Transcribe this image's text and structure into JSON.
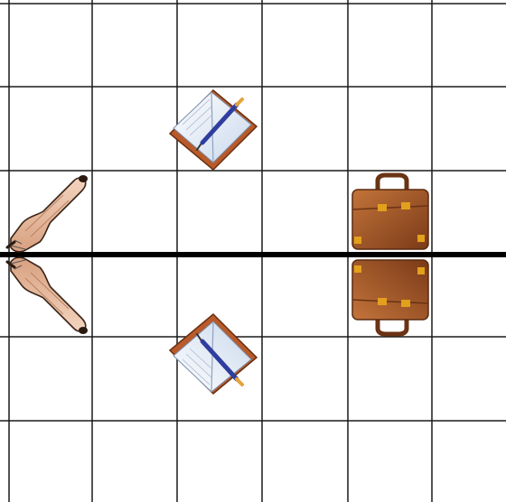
{
  "grid": {
    "columns": 6,
    "rows": 6,
    "line_color": "#1a1a1a",
    "mirror_line_color": "#000000"
  },
  "mirror": {
    "orientation": "horizontal",
    "label": ""
  },
  "objects": [
    {
      "name": "rolling-pin",
      "icon": "rolling-pin-icon",
      "region": "above-mirror"
    },
    {
      "name": "rolling-pin-reflection",
      "icon": "rolling-pin-icon",
      "region": "below-mirror"
    },
    {
      "name": "notebook-with-pen",
      "icon": "notebook-icon",
      "region": "above-mirror"
    },
    {
      "name": "notebook-with-pen-reflection",
      "icon": "notebook-icon",
      "region": "below-mirror"
    },
    {
      "name": "briefcase",
      "icon": "briefcase-icon",
      "region": "above-mirror"
    },
    {
      "name": "briefcase-reflection",
      "icon": "briefcase-icon",
      "region": "below-mirror"
    }
  ],
  "colors": {
    "wood": "#e8bda0",
    "wood_dark": "#b98262",
    "book_cover": "#b85a2a",
    "book_pages": "#dfe9f5",
    "pen": "#2f3e9e",
    "pen_tip": "#e3a43a",
    "leather": "#8f4a23",
    "leather_light": "#c3743a",
    "brass": "#e2a01c"
  }
}
